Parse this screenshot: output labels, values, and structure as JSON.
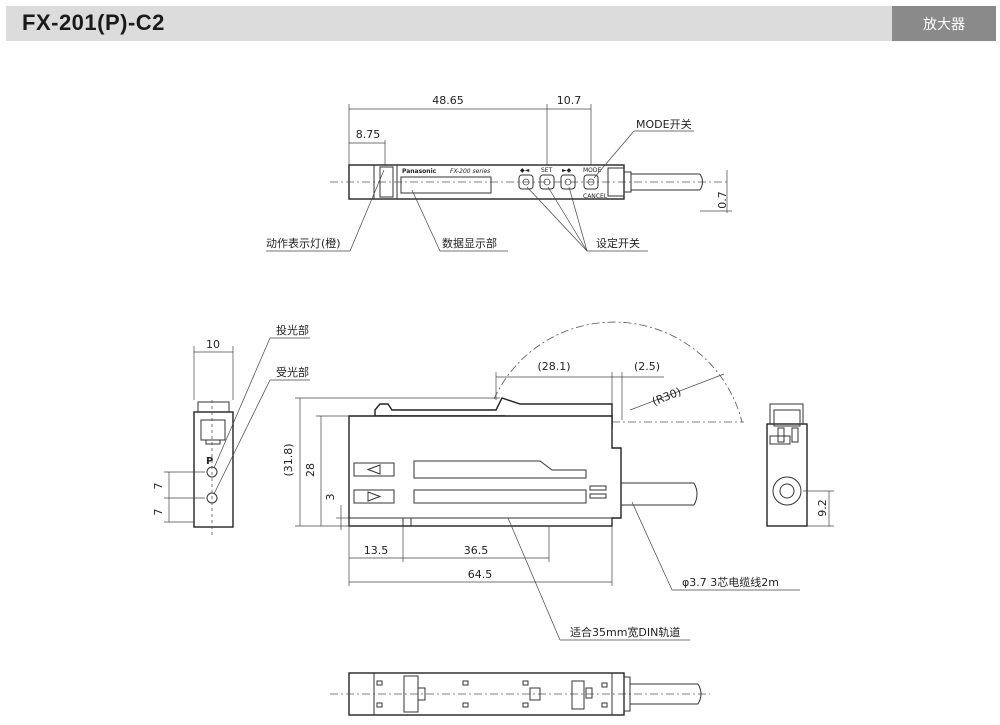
{
  "header": {
    "title": "FX-201(P)-C2",
    "tag": "放大器"
  },
  "top_view": {
    "dim_total": "48.65",
    "dim_right": "10.7",
    "dim_left": "8.75",
    "dim_cable": "0.7",
    "label_mode_switch": "MODE开关",
    "label_indicator": "动作表示灯(橙)",
    "label_display": "数据显示部",
    "label_set_switch": "设定开关",
    "brand": "Panasonic",
    "series": "FX-200 series",
    "btn_set": "SET",
    "btn_mode": "MODE",
    "btn_cancel": "CANCEL"
  },
  "left_view": {
    "dim_width": "10",
    "label_emitter": "投光部",
    "label_receiver": "受光部",
    "mark_p": "P",
    "dim_upper": "7",
    "dim_lower": "7"
  },
  "front_view": {
    "dim_cover": "(28.1)",
    "dim_gap": "(2.5)",
    "dim_radius": "(R30)",
    "dim_total_height": "(31.8)",
    "dim_body_height": "28",
    "dim_small": "3",
    "dim_a": "13.5",
    "dim_b": "36.5",
    "dim_length": "64.5",
    "label_cable": "φ3.7  3芯电缆线2m",
    "label_din": "适合35mm宽DIN轨道"
  },
  "right_view": {
    "dim_center": "9.2"
  }
}
